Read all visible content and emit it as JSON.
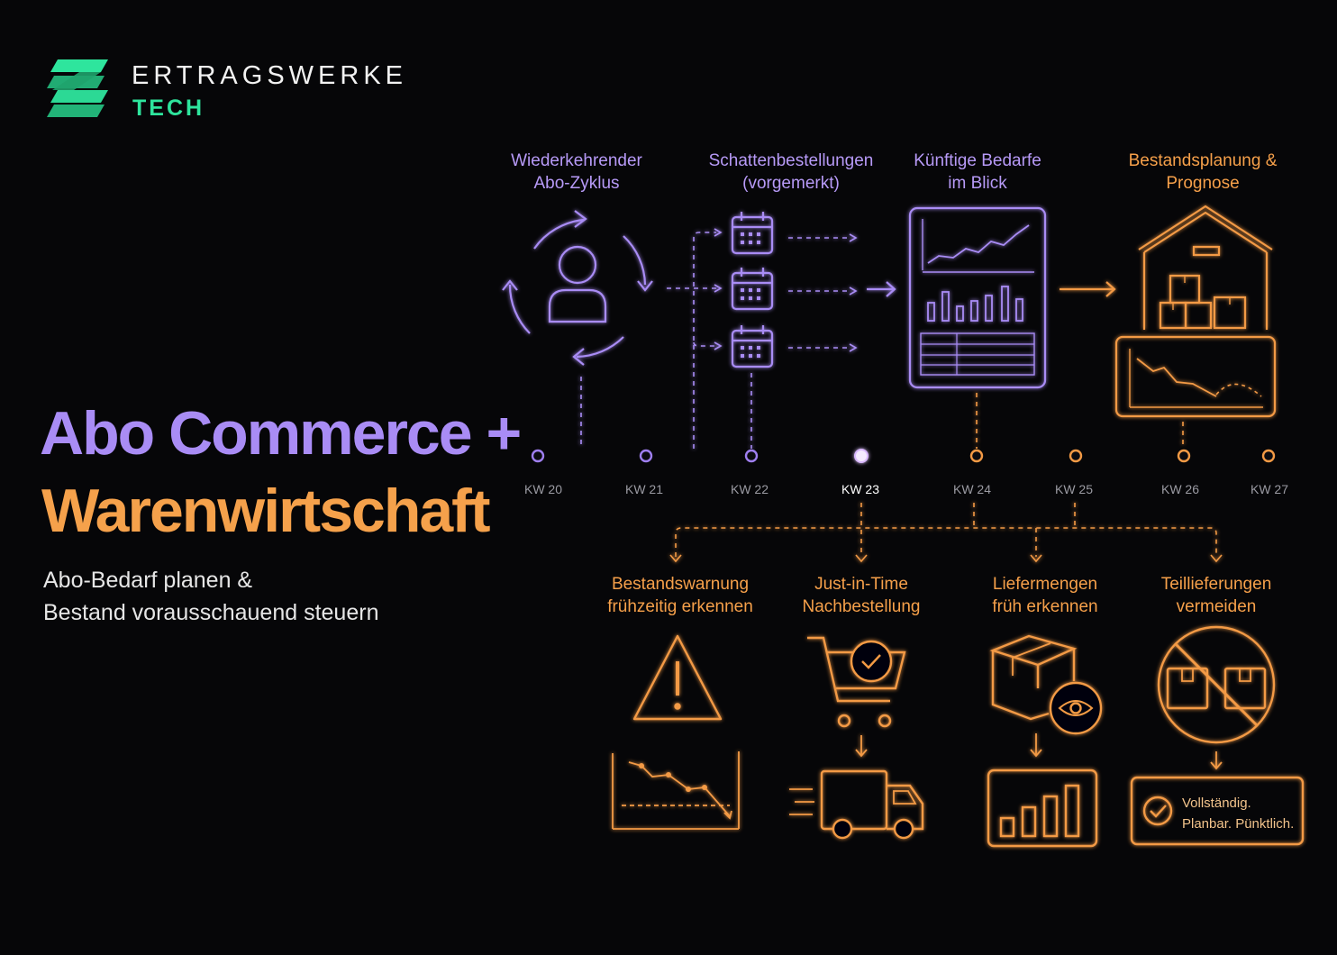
{
  "brand": {
    "name": "ERTRAGSWERKE",
    "sub": "TECH",
    "logo_icon": "stylized-E-logo-icon",
    "accent": "#2ee59d"
  },
  "headline": {
    "line1": "Abo Commerce +",
    "line2": "Warenwirtschaft",
    "line1_color": "#a98cf5",
    "line2_color": "#f5a14b"
  },
  "subtitle": {
    "line1": "Abo-Bedarf planen &",
    "line2": "Bestand vorausschauend steuern"
  },
  "top_steps": [
    {
      "line1": "Wiederkehrender",
      "line2": "Abo-Zyklus",
      "icon": "user-cycle-icon"
    },
    {
      "line1": "Schattenbestellungen",
      "line2": "(vorgemerkt)",
      "icon": "calendar-icon"
    },
    {
      "line1": "Künftige Bedarfe",
      "line2": "im Blick",
      "icon": "dashboard-report-icon"
    },
    {
      "line1": "Bestandsplanung &",
      "line2": "Prognose",
      "icon": "warehouse-forecast-icon"
    }
  ],
  "timeline": {
    "weeks": [
      "KW 20",
      "KW 21",
      "KW 22",
      "KW 23",
      "KW 24",
      "KW 25",
      "KW 26",
      "KW 27"
    ],
    "current": "KW 23",
    "past_color": "#9f7ff0",
    "future_color": "#f39a45"
  },
  "bottom_steps": [
    {
      "line1": "Bestandswarnung",
      "line2": "frühzeitig erkennen",
      "icon": "warning-icon"
    },
    {
      "line1": "Just-in-Time",
      "line2": "Nachbestellung",
      "icon": "cart-check-icon"
    },
    {
      "line1": "Liefermengen",
      "line2": "früh erkennen",
      "icon": "box-eye-icon"
    },
    {
      "line1": "Teillieferungen",
      "line2": "vermeiden",
      "icon": "no-split-boxes-icon"
    }
  ],
  "result_note": {
    "line1": "Vollständig.",
    "line2": "Planbar. Pünktlich."
  }
}
